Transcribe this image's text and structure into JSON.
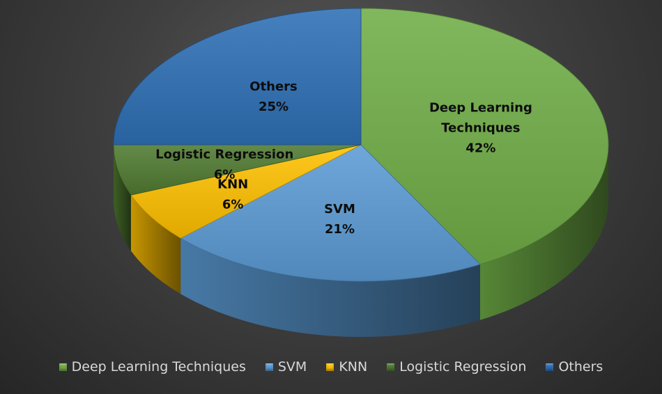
{
  "chart_data": {
    "type": "pie",
    "title": "",
    "legend_position": "bottom",
    "series": [
      {
        "name": "Deep Learning Techniques",
        "label_lines": [
          "Deep Learning",
          "Techniques"
        ],
        "value": 42,
        "value_label": "42%",
        "color": "#70ad47"
      },
      {
        "name": "SVM",
        "label_lines": [
          "SVM"
        ],
        "value": 21,
        "value_label": "21%",
        "color": "#5b9bd5"
      },
      {
        "name": "KNN",
        "label_lines": [
          "KNN"
        ],
        "value": 6,
        "value_label": "6%",
        "color": "#ffc000"
      },
      {
        "name": "Logistic Regression",
        "label_lines": [
          "Logistic Regression"
        ],
        "value": 6,
        "value_label": "6%",
        "color": "#4f7a30"
      },
      {
        "name": "Others",
        "label_lines": [
          "Others"
        ],
        "value": 25,
        "value_label": "25%",
        "color": "#2e6fb5"
      }
    ]
  }
}
